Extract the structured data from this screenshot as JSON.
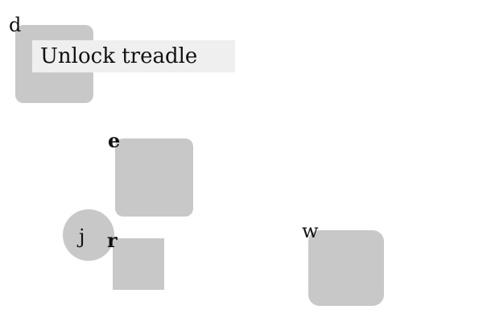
{
  "tooltip": {
    "text": "Unlock treadle"
  },
  "objects": [
    {
      "id": "d",
      "label": "d",
      "shape": "rounded-square",
      "color": "#c8c8c8"
    },
    {
      "id": "e",
      "label": "e",
      "shape": "rounded-square",
      "color": "#c8c8c8"
    },
    {
      "id": "j",
      "label": "j",
      "shape": "circle",
      "color": "#c8c8c8"
    },
    {
      "id": "r",
      "label": "r",
      "shape": "square",
      "color": "#c8c8c8"
    },
    {
      "id": "w",
      "label": "w",
      "shape": "rounded-square",
      "color": "#c8c8c8"
    }
  ]
}
